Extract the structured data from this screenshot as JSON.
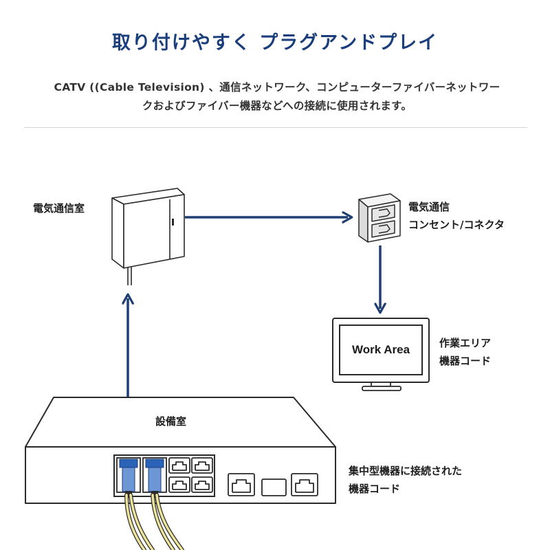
{
  "title": "取り付けやすく プラグアンドプレイ",
  "description": {
    "line1": "CATV ((Cable Television) 、通信ネットワーク、コンピューターファイバーネットワー",
    "line2": "クおよびファイバー機器などへの接続に使用されます。"
  },
  "nodes": {
    "telecom_room": {
      "label": "電気通信室"
    },
    "outlet": {
      "line1": "電気通信",
      "line2": "コンセント/コネクタ"
    },
    "work_area": {
      "screen_text": "Work Area",
      "line1": "作業エリア",
      "line2": "機器コード"
    },
    "equipment_room": {
      "label": "設備室",
      "caption_line1": "集中型機器に接続された",
      "caption_line2": "機器コード"
    }
  },
  "colors": {
    "title": "#1a3d7c",
    "arrow": "#1f3f73",
    "port_blue": "#2a63b8",
    "fiber_cable": "#ece49a"
  }
}
